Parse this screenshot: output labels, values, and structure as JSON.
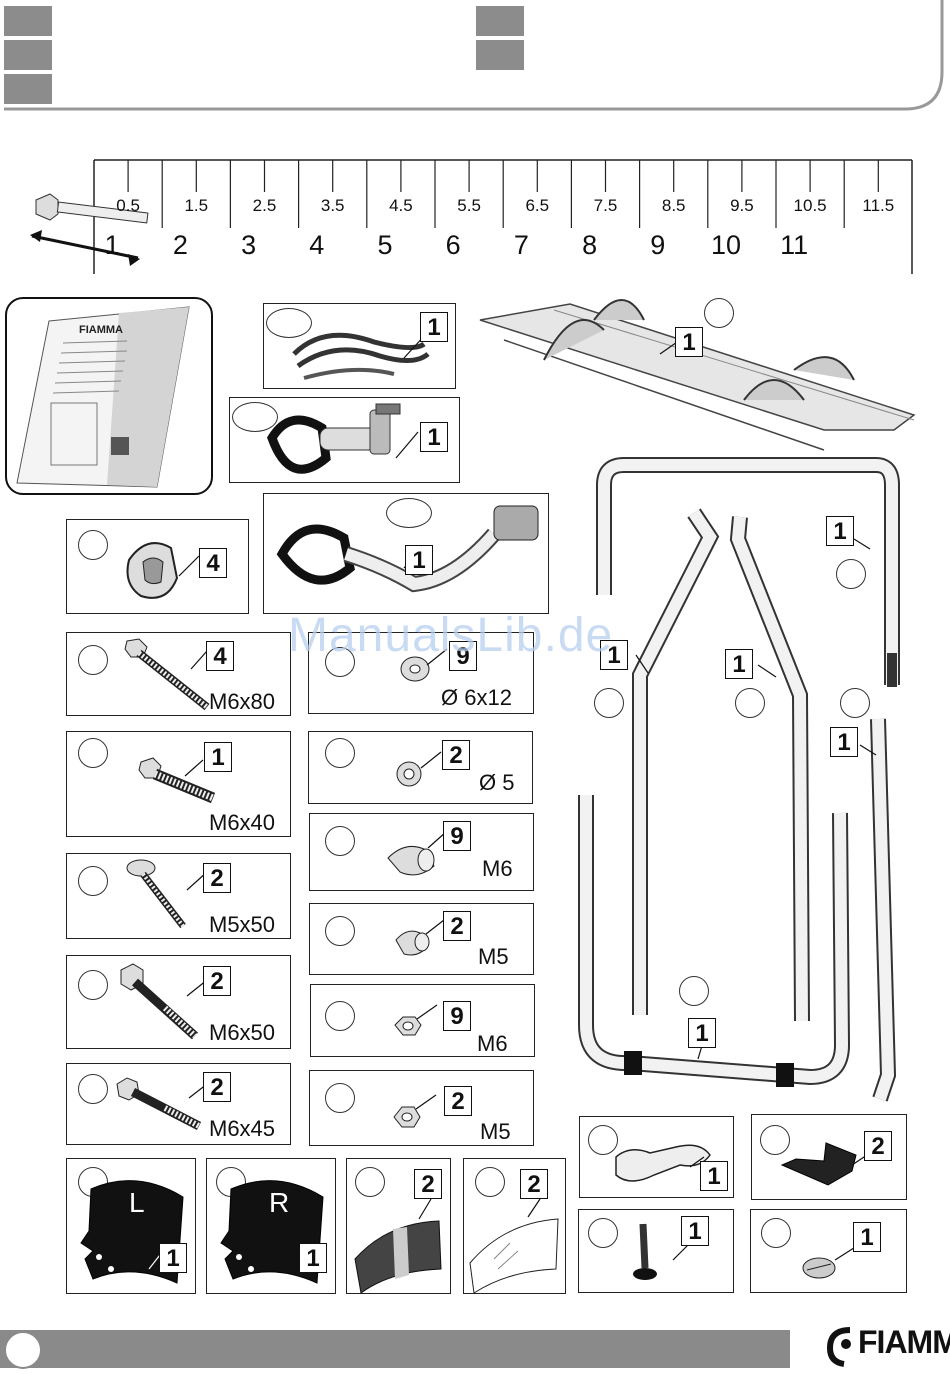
{
  "ruler": {
    "half_marks": [
      "0.5",
      "1.5",
      "2.5",
      "3.5",
      "4.5",
      "5.5",
      "6.5",
      "7.5",
      "8.5",
      "9.5",
      "10.5",
      "11.5"
    ],
    "whole_marks": [
      "1",
      "2",
      "3",
      "4",
      "5",
      "6",
      "7",
      "8",
      "9",
      "10",
      "11"
    ]
  },
  "parts": {
    "strap_kit_qty": "1",
    "clamp_arm_short_qty": "1",
    "rail_assembly_qty": "1",
    "clamp_arm_long_qty": "1",
    "end_cap_qty": "4",
    "bolt_m6x80": {
      "qty": "4",
      "label": "M6x80"
    },
    "washer_6x12": {
      "qty": "9",
      "label": "Ø 6x12"
    },
    "bolt_m6x40": {
      "qty": "1",
      "label": "M6x40"
    },
    "washer_5": {
      "qty": "2",
      "label": "Ø 5"
    },
    "cap_nut_m6": {
      "qty": "9",
      "label": "M6"
    },
    "bolt_m5x50": {
      "qty": "2",
      "label": "M5x50"
    },
    "cap_nut_m5": {
      "qty": "2",
      "label": "M5"
    },
    "bolt_m6x50": {
      "qty": "2",
      "label": "M6x50"
    },
    "nut_m6": {
      "qty": "9",
      "label": "M6"
    },
    "bolt_m6x45": {
      "qty": "2",
      "label": "M6x45"
    },
    "nut_m5": {
      "qty": "2",
      "label": "M5"
    },
    "frame_top_qty": "1",
    "frame_left_qty": "1",
    "frame_mid_qty": "1",
    "frame_right_qty": "1",
    "frame_bottom_qty": "1",
    "plate_left": {
      "letter": "L",
      "qty": "1"
    },
    "plate_right": {
      "letter": "R",
      "qty": "1"
    },
    "pad_qty": "2",
    "film_qty": "2",
    "holder_clip_qty": "1",
    "bracket_qty": "2",
    "foot_qty": "1",
    "cap_disc_qty": "1"
  },
  "watermark": "ManualsLib.de",
  "brand": "FIAMMA"
}
